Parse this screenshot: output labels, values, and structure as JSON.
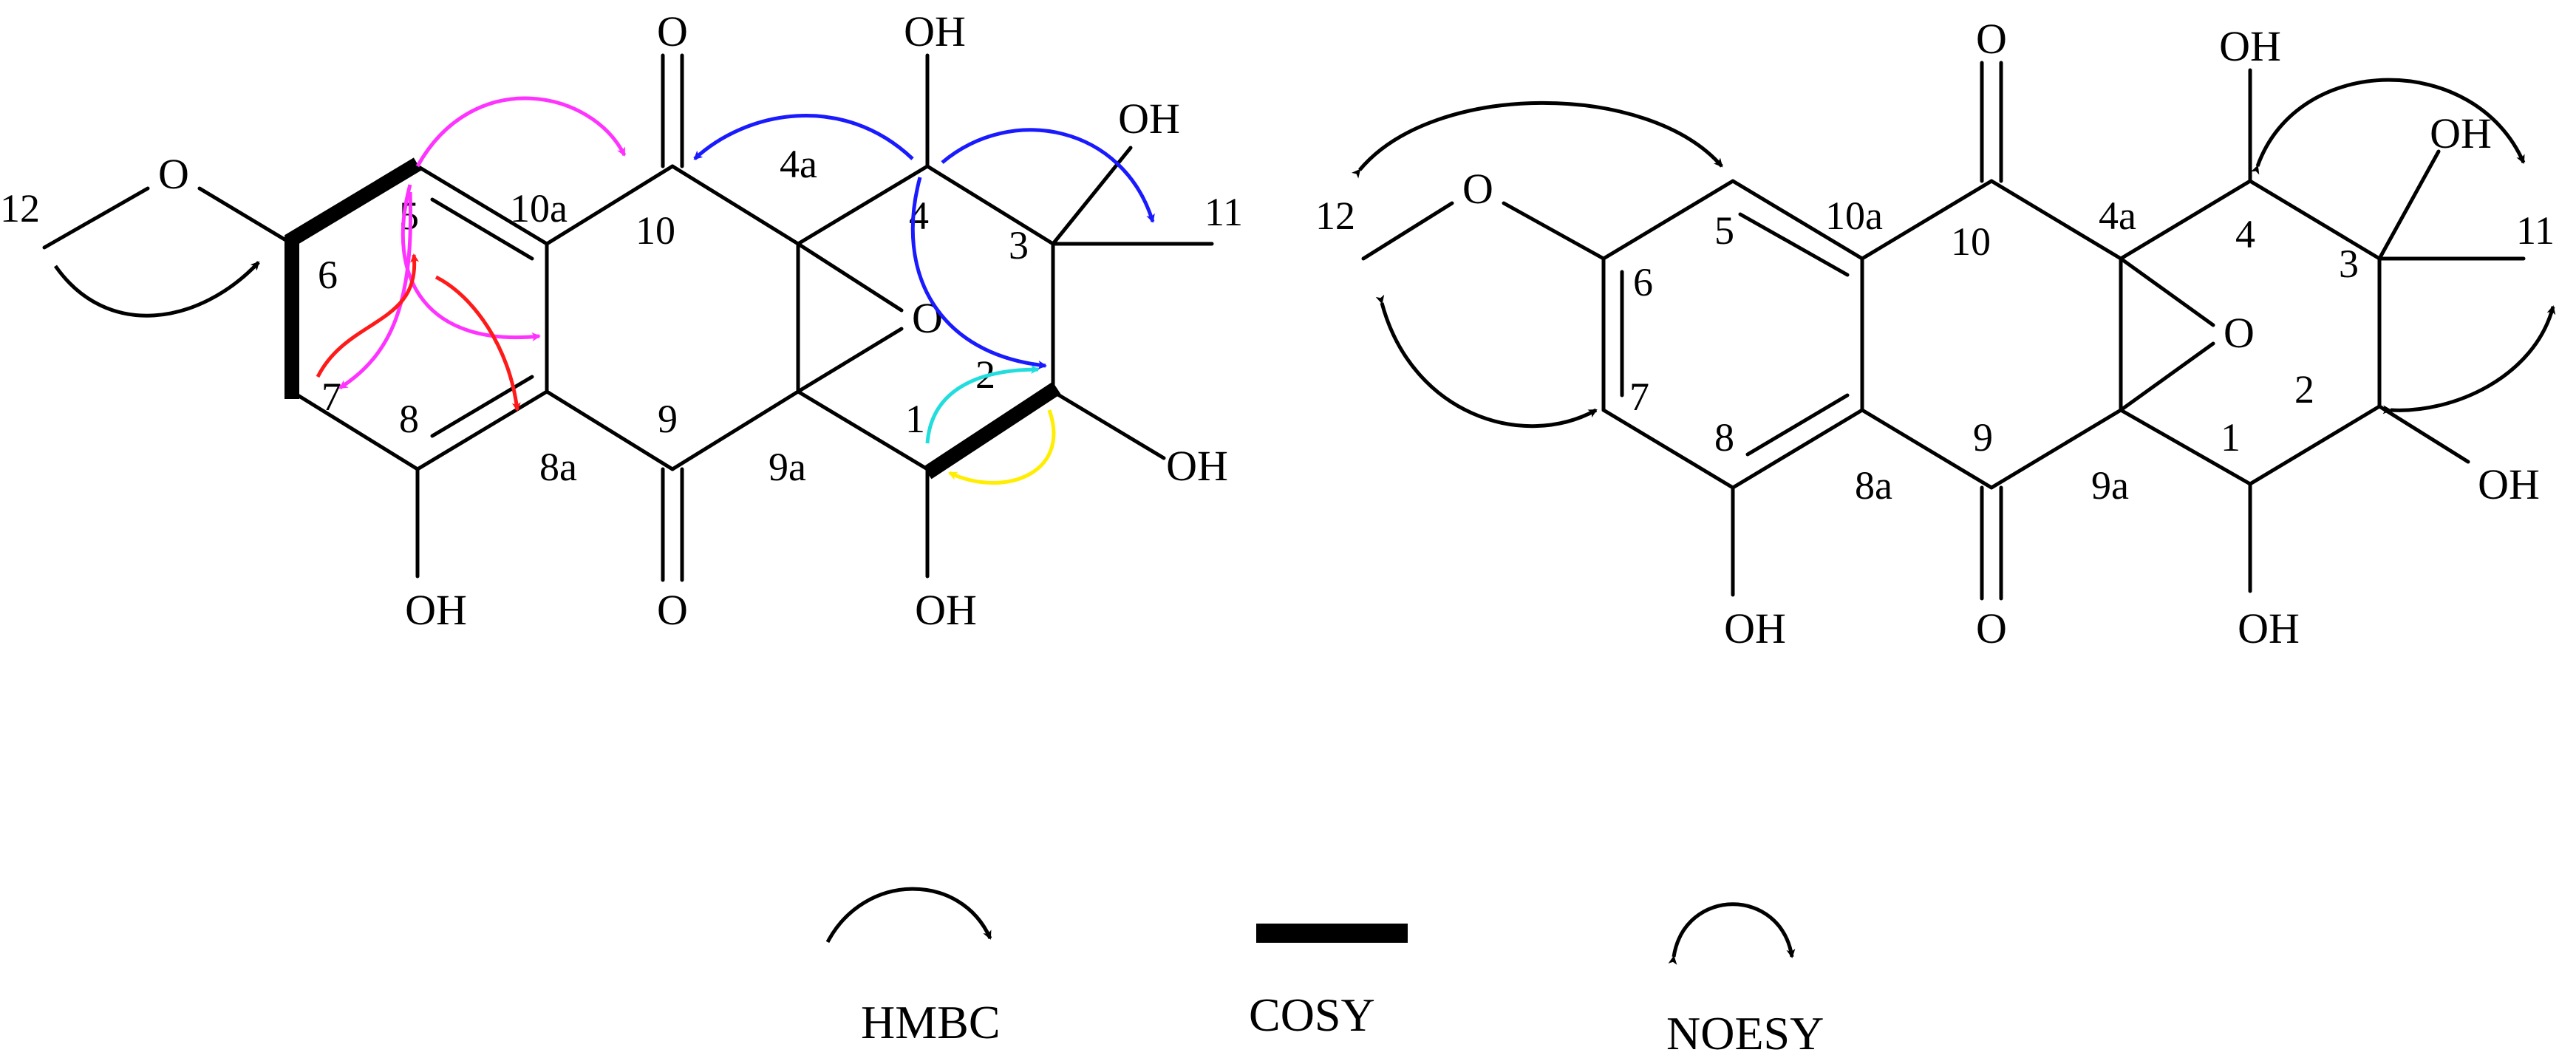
{
  "colors": {
    "hmbc_magenta": "#ff33ff",
    "hmbc_blue": "#1a1aff",
    "hmbc_red": "#ff1a1a",
    "hmbc_cyan": "#22dddd",
    "hmbc_yellow": "#ffee00",
    "black": "#000000"
  },
  "molecule_left": {
    "atoms": {
      "o_top": "O",
      "oh_c4": "OH",
      "oh_c3": "OH",
      "o_ome": "O",
      "o_epoxide": "O",
      "oh_c2": "OH",
      "oh_c8": "OH",
      "o_c9": "O",
      "oh_c1": "OH"
    },
    "numbers": {
      "n12": "12",
      "n10a": "10a",
      "n10": "10",
      "n4a": "4a",
      "n4": "4",
      "n3": "3",
      "n11": "11",
      "n5": "5",
      "n6": "6",
      "n7": "7",
      "n8": "8",
      "n8a": "8a",
      "n9": "9",
      "n9a": "9a",
      "n1": "1",
      "n2": "2"
    }
  },
  "molecule_right": {
    "atoms": {
      "o_top": "O",
      "oh_c4": "OH",
      "oh_c3": "OH",
      "o_ome": "O",
      "o_epoxide": "O",
      "oh_c2": "OH",
      "oh_c8": "OH",
      "o_c9": "O",
      "oh_c1": "OH"
    },
    "numbers": {
      "n12": "12",
      "n5": "5",
      "n10a": "10a",
      "n10": "10",
      "n4a": "4a",
      "n4": "4",
      "n3": "3",
      "n11": "11",
      "n6": "6",
      "n7": "7",
      "n8": "8",
      "n8a": "8a",
      "n9": "9",
      "n9a": "9a",
      "n1": "1",
      "n2": "2"
    }
  },
  "legend": {
    "hmbc": "HMBC",
    "cosy": "COSY",
    "noesy": "NOESY"
  }
}
